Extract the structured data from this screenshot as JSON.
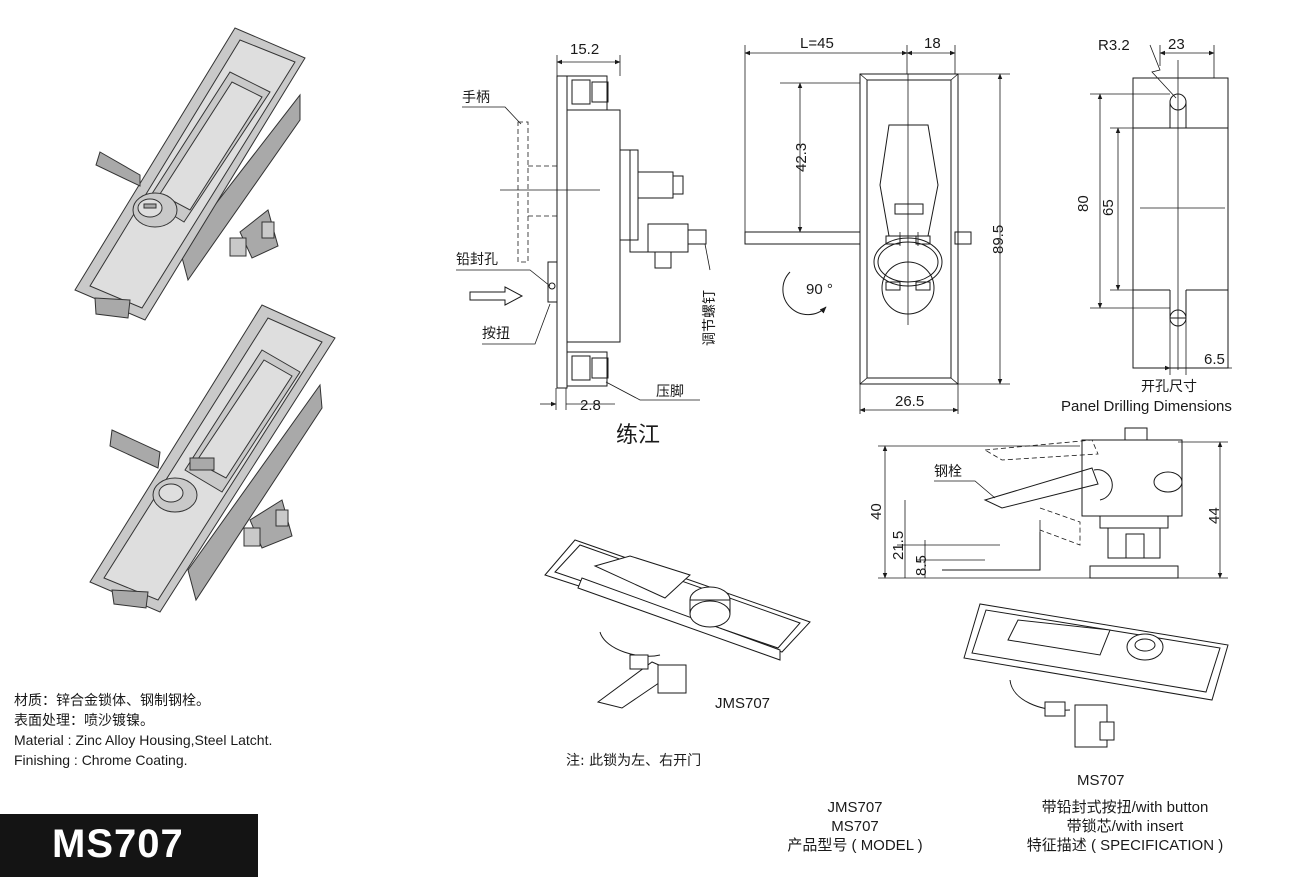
{
  "dimensions": {
    "side_top_width": "15.2",
    "side_bottom_offset": "2.8",
    "front_length": "L=45",
    "front_width": "18",
    "front_handle_height": "42.3",
    "front_total_height": "89.5",
    "front_bottom_width": "26.5",
    "rotation": "90 °",
    "cutout_radius": "R3.2",
    "cutout_width": "23",
    "cutout_height_outer": "80",
    "cutout_height_inner": "65",
    "cutout_notch": "6.5",
    "latch_height_40": "40",
    "latch_height_215": "21.5",
    "latch_height_85": "8.5",
    "latch_height_44": "44"
  },
  "labels": {
    "handle": "手柄",
    "seal_hole": "铅封孔",
    "push_button": "按扭",
    "adjust_screw": "调节螺钉",
    "press_foot": "压脚",
    "brand": "练江",
    "steel_latch": "钢栓",
    "cutout_cn": "开孔尺寸",
    "cutout_en": "Panel Drilling Dimensions",
    "jms707_view": "JMS707",
    "ms707_view": "MS707",
    "note": "注: 此锁为左、右开门"
  },
  "specs": {
    "material_cn": "材质：锌合金锁体、钢制钢栓。",
    "finish_cn": "表面处理：喷沙镀镍。",
    "material_en": "Material : Zinc Alloy Housing,Steel Latcht.",
    "finish_en": "Finishing : Chrome Coating."
  },
  "model_title": "MS707",
  "table": {
    "models": [
      "JMS707",
      "MS707"
    ],
    "model_header": "产品型号 ( MODEL )",
    "specs": [
      "带铅封式按扭/with button",
      "带锁芯/with insert"
    ],
    "spec_header": "特征描述 ( SPECIFICATION )"
  }
}
